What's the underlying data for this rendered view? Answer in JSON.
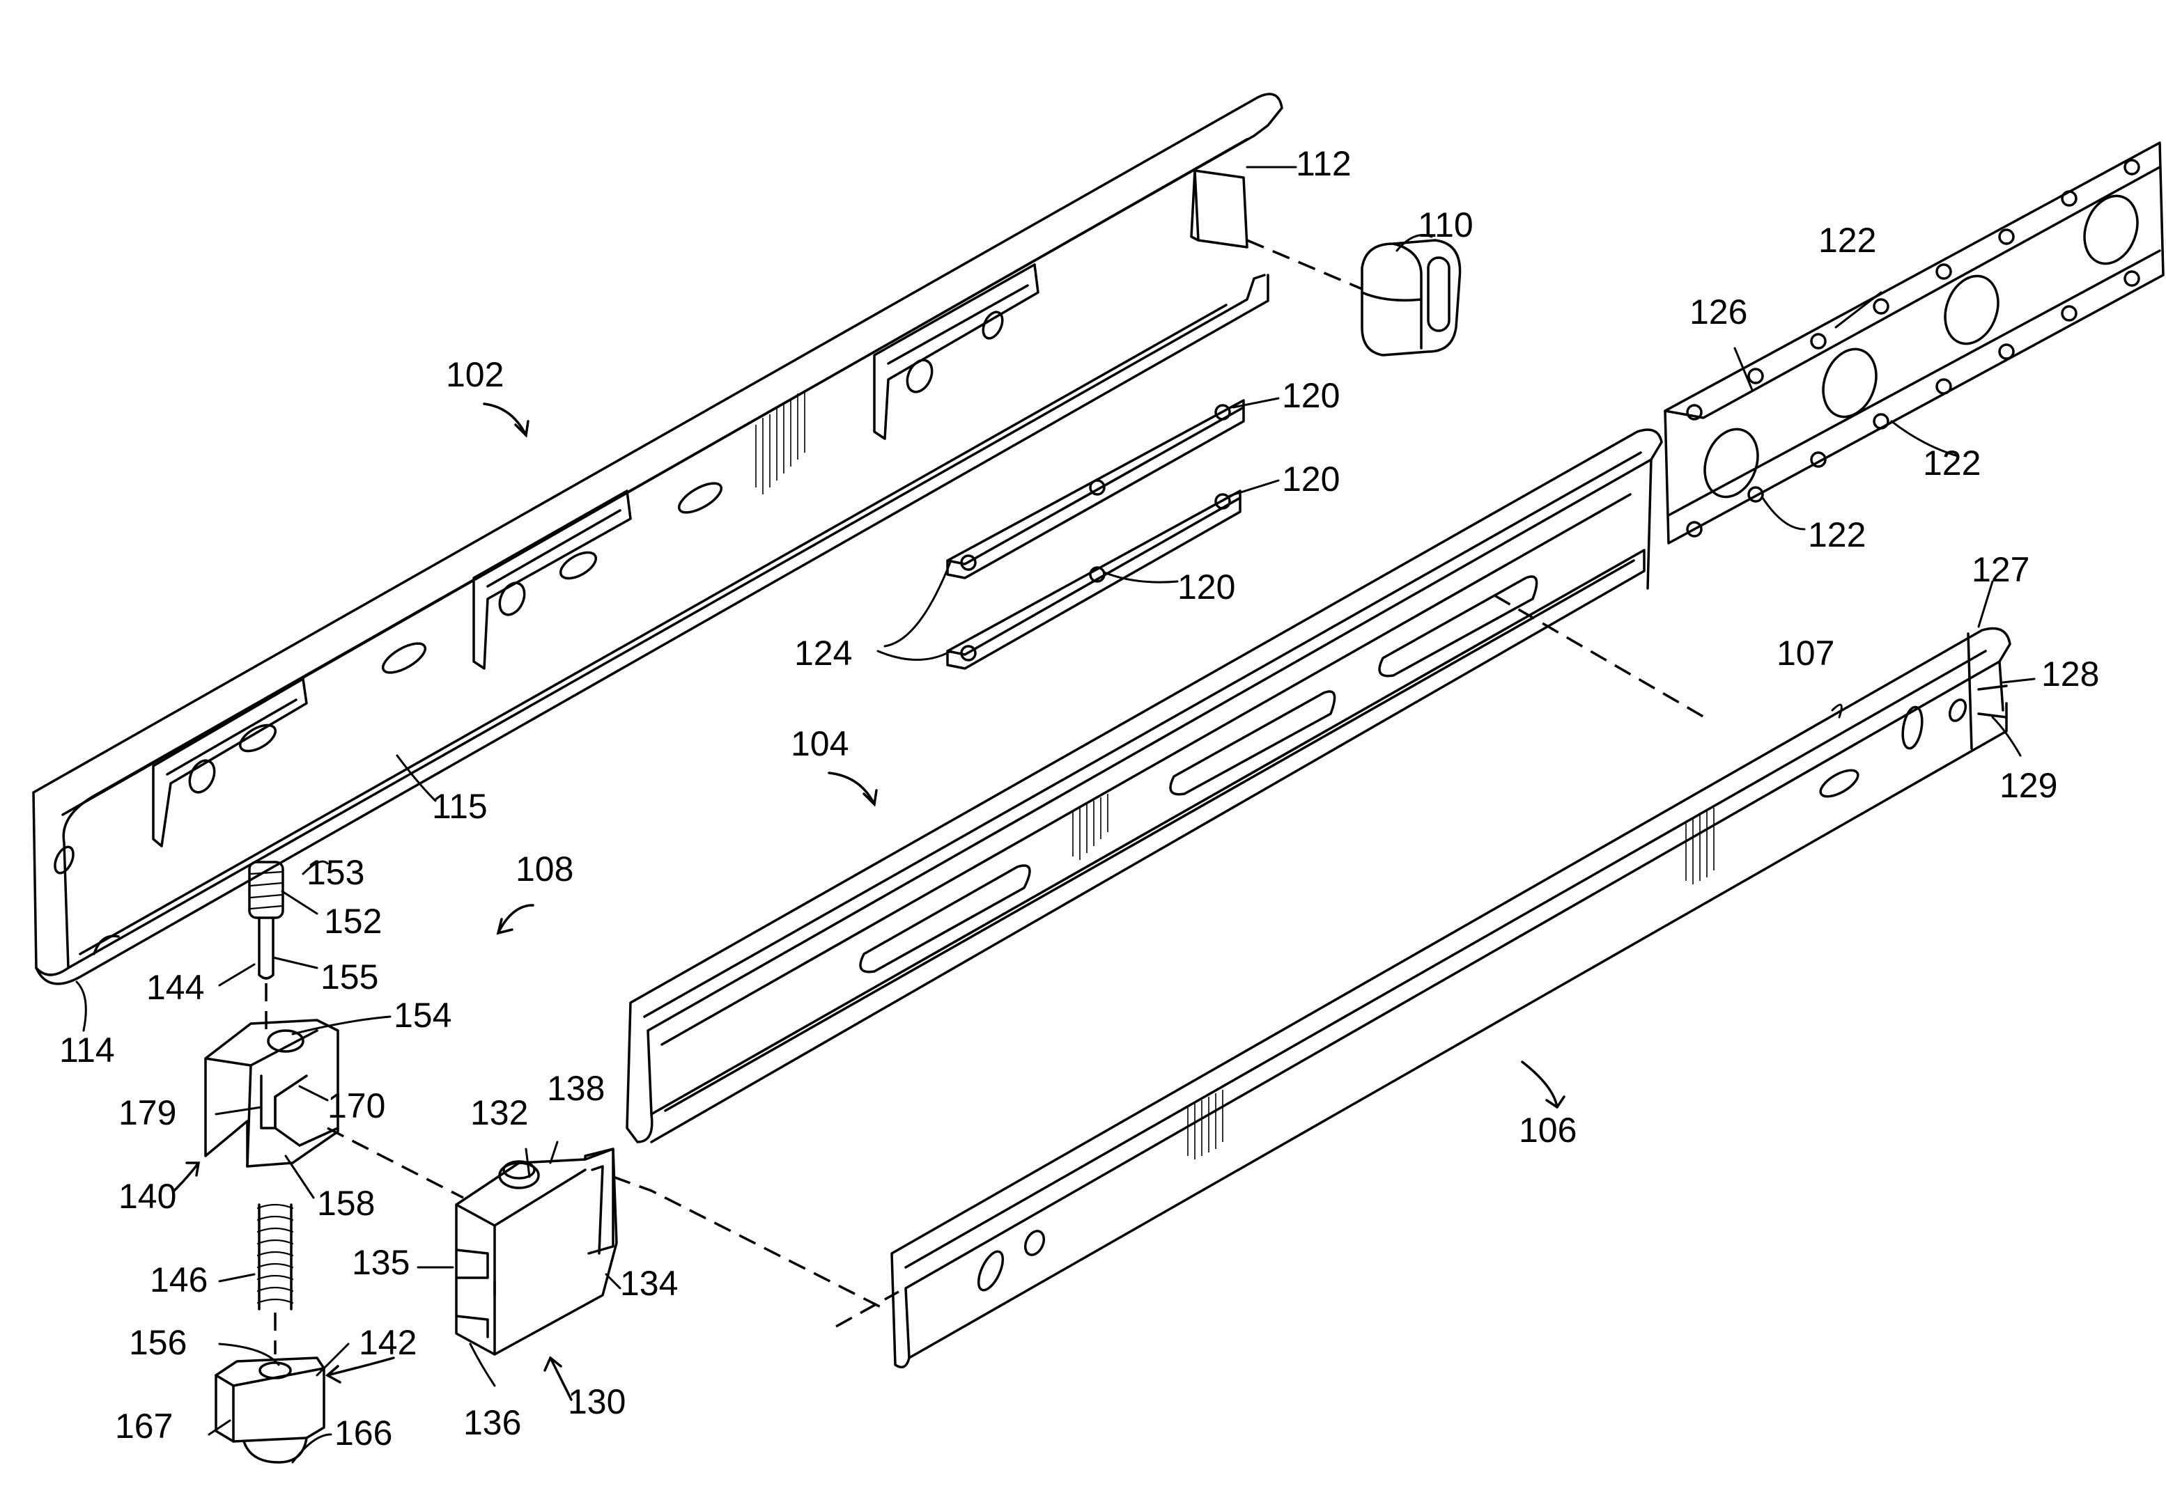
{
  "figure": {
    "labels": {
      "l102": "102",
      "l104": "104",
      "l106": "106",
      "l107": "107",
      "l108": "108",
      "l110": "110",
      "l112": "112",
      "l114": "114",
      "l115": "115",
      "l120a": "120",
      "l120b": "120",
      "l120c": "120",
      "l122a": "122",
      "l122b": "122",
      "l122c": "122",
      "l124": "124",
      "l126": "126",
      "l127": "127",
      "l128": "128",
      "l129": "129",
      "l130": "130",
      "l132": "132",
      "l134": "134",
      "l135": "135",
      "l136": "136",
      "l138": "138",
      "l140": "140",
      "l142": "142",
      "l144": "144",
      "l146": "146",
      "l152": "152",
      "l153": "153",
      "l154": "154",
      "l155": "155",
      "l156": "156",
      "l158": "158",
      "l166": "166",
      "l167": "167",
      "l170": "170",
      "l179": "179"
    }
  }
}
